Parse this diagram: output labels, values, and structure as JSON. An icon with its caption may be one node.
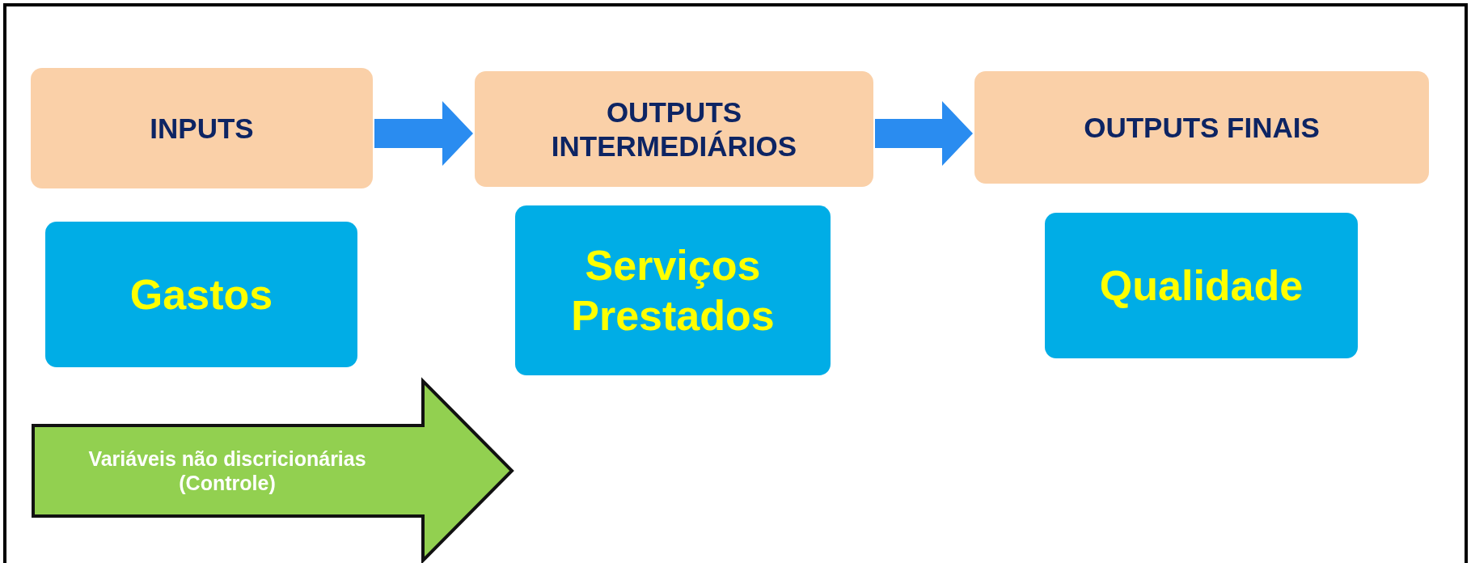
{
  "diagram": {
    "nodes": [
      {
        "text": [
          "INPUTS"
        ]
      },
      {
        "text": [
          "OUTPUTS INTERMEDIÁRIOS"
        ]
      },
      {
        "text": [
          "OUTPUTS FINAIS"
        ]
      },
      {
        "text": [
          "Gastos"
        ]
      },
      {
        "text": [
          "Serviços Prestados"
        ]
      },
      {
        "text": [
          "Qualidade"
        ]
      },
      {
        "text": [
          "Variáveis não discricionárias (Controle)"
        ]
      }
    ],
    "edges": [
      {
        "from": 0,
        "to": 1,
        "arrow": "to"
      },
      {
        "from": 1,
        "to": 2,
        "arrow": "to"
      }
    ]
  }
}
